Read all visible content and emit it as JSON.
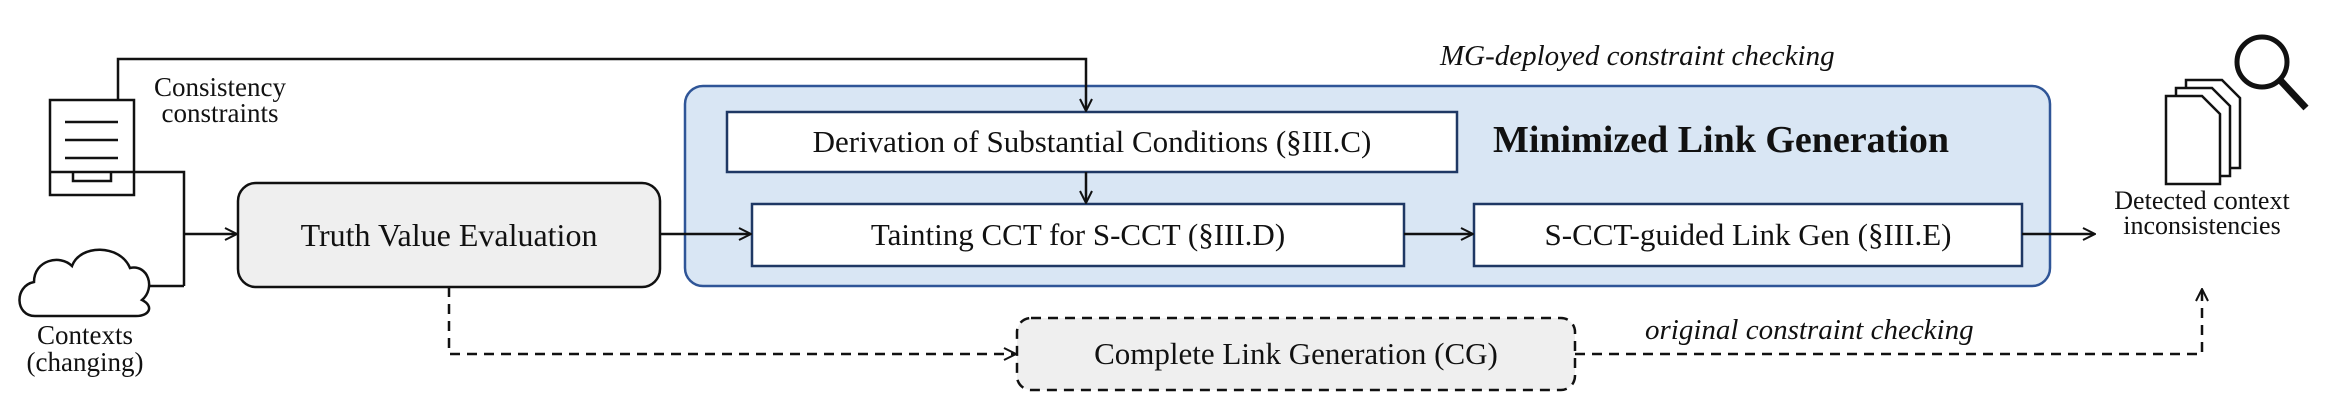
{
  "labels": {
    "consistency_constraints": "Consistency constraints",
    "contexts": "Contexts (changing)",
    "mg_deployed": "MG-deployed constraint checking",
    "original": "original constraint checking",
    "detected": "Detected context inconsistencies"
  },
  "boxes": {
    "truth_value_evaluation": "Truth Value Evaluation",
    "derivation": "Derivation of Substantial Conditions (§III.C)",
    "tainting": "Tainting CCT for S-CCT (§III.D)",
    "sguided": "S-CCT-guided Link Gen (§III.E)",
    "complete_link": "Complete Link Generation (CG)",
    "minimized_title": "Minimized Link Generation"
  },
  "icons": [
    "document-tray-icon",
    "cloud-icon",
    "documents-icon",
    "magnifier-icon"
  ],
  "colors": {
    "panel_fill": "#d9e6f4",
    "panel_stroke": "#2f5597",
    "box_stroke": "#1f3864",
    "gray_fill": "#efefef"
  }
}
